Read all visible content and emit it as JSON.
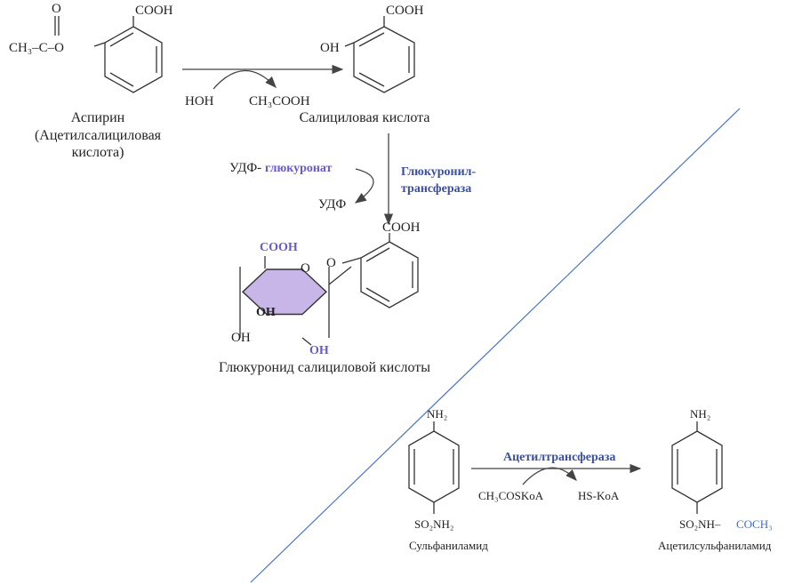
{
  "colors": {
    "enzyme": "#3a4fa0",
    "highlight": "#6a5acd",
    "ring_fill": "#c9b6e8",
    "acetyl": "#3a6fd0",
    "diagonal": "#4a74c9"
  },
  "aspirin": {
    "cooh": "COOH",
    "o_top": "O",
    "ch3_c_o": "CH₃–C–O",
    "name1": "Аспирин",
    "name2": "(Ацетилсалициловая",
    "name3": "кислота)"
  },
  "hydrolysis": {
    "hoh": "НОН",
    "ch3cooh": "CH₃COOH"
  },
  "salicylic": {
    "cooh": "COOH",
    "oh": "OH",
    "name": "Салициловая кислота"
  },
  "conjugation": {
    "udp_prefix": "УДФ-",
    "udp_glucuronate": "глюкуронат",
    "udp": "УДФ",
    "enzyme1": "Глюкуронил-",
    "enzyme2": "трансфераза"
  },
  "glucuronide": {
    "cooh_ring": "COOH",
    "o_ring": "O",
    "oh1": "OH",
    "oh2": "OH",
    "oh3": "OH",
    "o_link": "O",
    "cooh_benz": "COOH",
    "name": "Глюкуронид салициловой кислоты"
  },
  "sulfa": {
    "nh2": "NH₂",
    "so2nh2": "SO₂NH₂",
    "name": "Сульфаниламид",
    "enzyme": "Ацетилтрансфераза",
    "cofactor_in": "CH₃COSKoA",
    "cofactor_out": "HS-KoA"
  },
  "acetylsulfa": {
    "nh2": "NH₂",
    "so2nh": "SO₂NH–",
    "coch3": "COCH₃",
    "name": "Ацетилсульфаниламид"
  }
}
